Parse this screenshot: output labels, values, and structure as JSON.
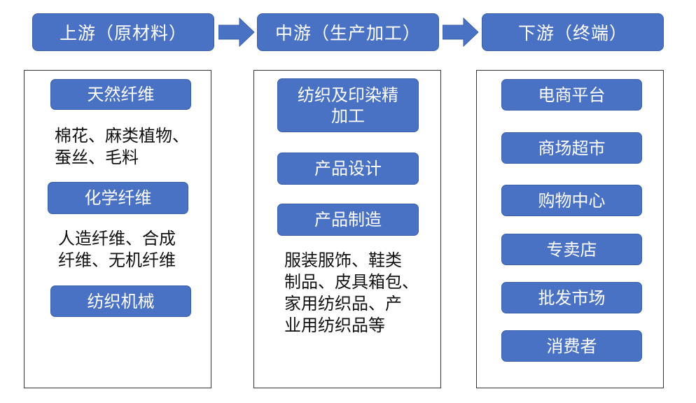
{
  "colors": {
    "box_fill": "#4a72c4",
    "box_border": "#3a5fa6",
    "text": "#111111"
  },
  "stages": {
    "upstream": "上游（原材料）",
    "midstream": "中游（生产加工）",
    "downstream": "下游（终端）"
  },
  "upstream": {
    "natural_fiber": "天然纤维",
    "natural_fiber_desc_1": "棉花、麻类植物、",
    "natural_fiber_desc_2": "蚕丝、毛料",
    "chemical_fiber": "化学纤维",
    "chemical_fiber_desc_1": "人造纤维、合成",
    "chemical_fiber_desc_2": "纤维、无机纤维",
    "textile_machinery": "纺织机械"
  },
  "midstream": {
    "spinning_1": "纺织及印染精",
    "spinning_2": "加工",
    "product_design": "产品设计",
    "product_manufacturing": "产品制造",
    "products_desc_1": "服装服饰、鞋类",
    "products_desc_2": "制品、皮具箱包、",
    "products_desc_3": "家用纺织品、产",
    "products_desc_4": "业用纺织品等"
  },
  "downstream": {
    "items": [
      "电商平台",
      "商场超市",
      "购物中心",
      "专卖店",
      "批发市场",
      "消费者"
    ]
  }
}
